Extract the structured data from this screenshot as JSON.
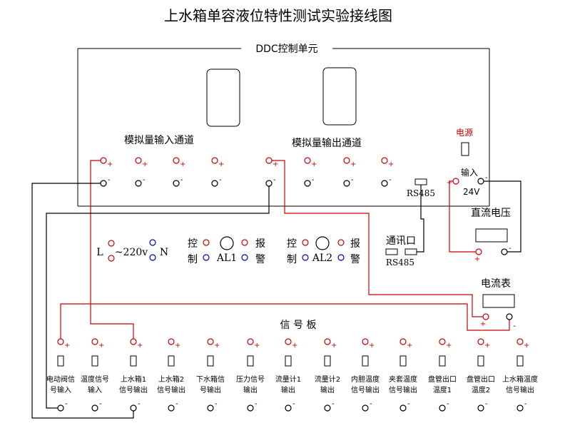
{
  "title": "上水箱单容液位特性测试实验接线图",
  "ddc": {
    "label": "DDC控制单元",
    "analog_in_label": "模拟量输入通道",
    "analog_out_label": "模拟量输出通道",
    "power_label": "电源",
    "input_label": "输入",
    "volt_24": "24V",
    "rs485_top": "RS485"
  },
  "ac_supply": {
    "L": "L",
    "voltage": "~220v",
    "N": "N"
  },
  "alarms": [
    {
      "ctrl_top": "控",
      "ctrl_bottom": "制",
      "name": "AL1",
      "alarm_top": "报",
      "alarm_bottom": "警"
    },
    {
      "ctrl_top": "控",
      "ctrl_bottom": "制",
      "name": "AL2",
      "alarm_top": "报",
      "alarm_bottom": "警"
    }
  ],
  "comm": {
    "label": "通讯口",
    "rs485": "RS485"
  },
  "dc_supply": {
    "label": "直流电压"
  },
  "ammeter": {
    "label": "电流表"
  },
  "signal_board": {
    "label": "信  号  板",
    "channels": [
      {
        "l1": "电动阀信",
        "l2": "号输入"
      },
      {
        "l1": "温度信号",
        "l2": "输入"
      },
      {
        "l1": "上水箱1",
        "l2": "信号输出"
      },
      {
        "l1": "上水箱2",
        "l2": "信号输出"
      },
      {
        "l1": "下水箱信",
        "l2": "号输出"
      },
      {
        "l1": "压力信号",
        "l2": "输出"
      },
      {
        "l1": "流量计1",
        "l2": "输出"
      },
      {
        "l1": "流量计2",
        "l2": "输出"
      },
      {
        "l1": "内胆温度",
        "l2": "信号输出"
      },
      {
        "l1": "夹套温度",
        "l2": "信号输出"
      },
      {
        "l1": "盘管出口",
        "l2": "温度1"
      },
      {
        "l1": "盘管出口",
        "l2": "温度2"
      },
      {
        "l1": "上水箱温度",
        "l2": "信号输出"
      }
    ]
  },
  "symbols": {
    "plus": "+",
    "minus": "-"
  },
  "colors": {
    "wire_red": "#cc0000",
    "wire_black": "#000000",
    "terminal_blue": "#0000cc",
    "power_red": "#cc0000"
  }
}
